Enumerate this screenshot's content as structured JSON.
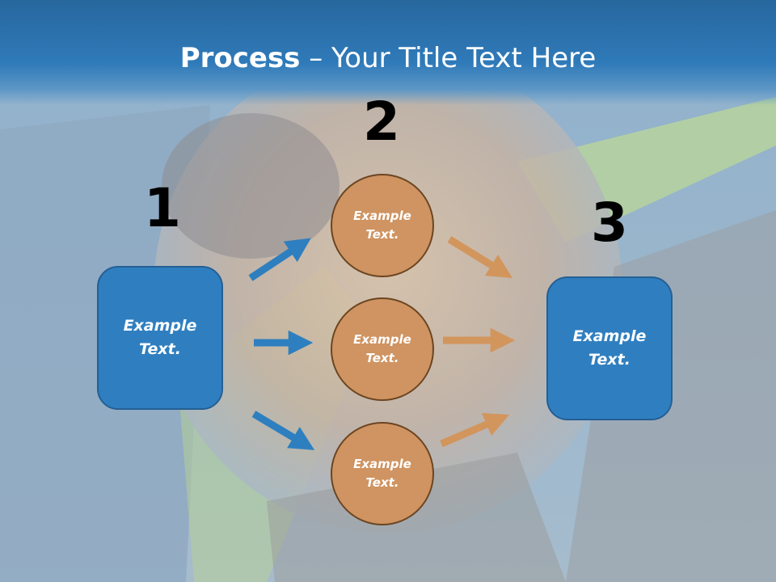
{
  "slide": {
    "title_bold": "Process",
    "title_rest": " – Your Title Text Here"
  },
  "steps": [
    {
      "number": "1",
      "box_text": "Example Text."
    },
    {
      "number": "2",
      "circles": [
        "Example Text.",
        "Example Text.",
        "Example Text."
      ]
    },
    {
      "number": "3",
      "box_text": "Example Text."
    }
  ],
  "colors": {
    "header": "#2f7ab9",
    "box_fill": "#2f7fc0",
    "circle_fill": "#cf9461",
    "blue_arrow": "#2e7fbf",
    "orange_arrow": "#d2955c"
  }
}
